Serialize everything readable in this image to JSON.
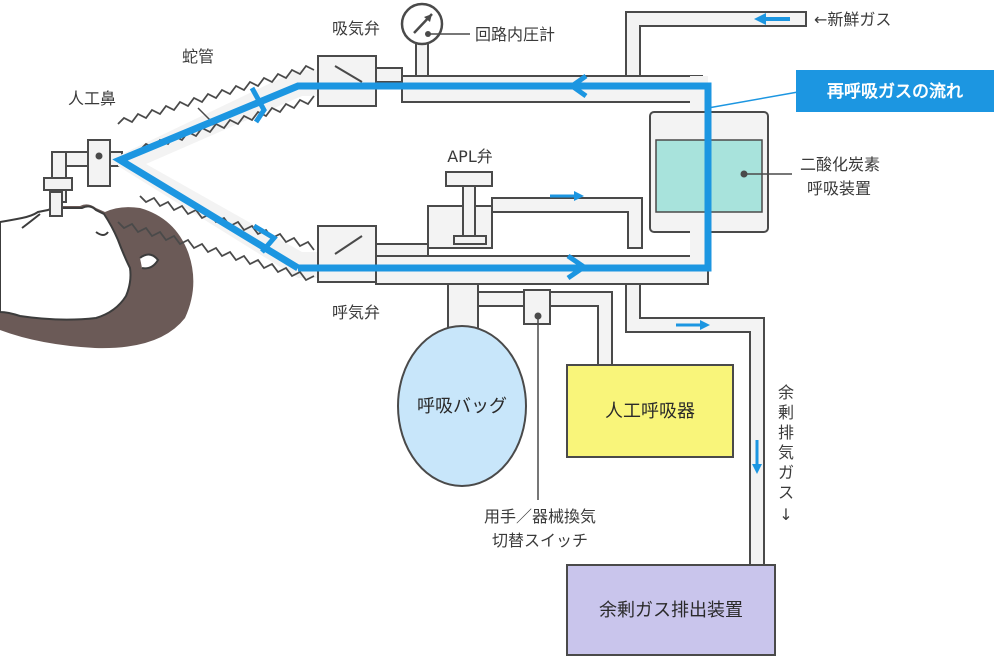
{
  "labels": {
    "nasal": "人工鼻",
    "tube": "蛇管",
    "insp_valve": "吸気弁",
    "gauge": "回路内圧計",
    "fresh_gas": "←新鮮ガス",
    "flow_title": "再呼吸ガスの流れ",
    "co2_line1": "二酸化炭素",
    "co2_line2": "呼吸装置",
    "apl": "APL弁",
    "exp_valve": "呼気弁",
    "bag": "呼吸バッグ",
    "ventilator": "人工呼吸器",
    "switch_line1": "用手／器械換気",
    "switch_line2": "切替スイッチ",
    "excess_vertical": [
      "余",
      "剰",
      "排",
      "気",
      "ガ",
      "ス",
      "↓"
    ],
    "scavenger": "余剰ガス排出装置"
  },
  "colors": {
    "flow": "#1c96e1",
    "pipe_fill": "#f3f3f3",
    "pipe_stroke": "#4a4a4a",
    "co2": "#a8e3dc",
    "bag": "#c8e6fa",
    "ventilator": "#f9f57a",
    "scavenger": "#c9c5ec",
    "face": "#6b5a57"
  }
}
